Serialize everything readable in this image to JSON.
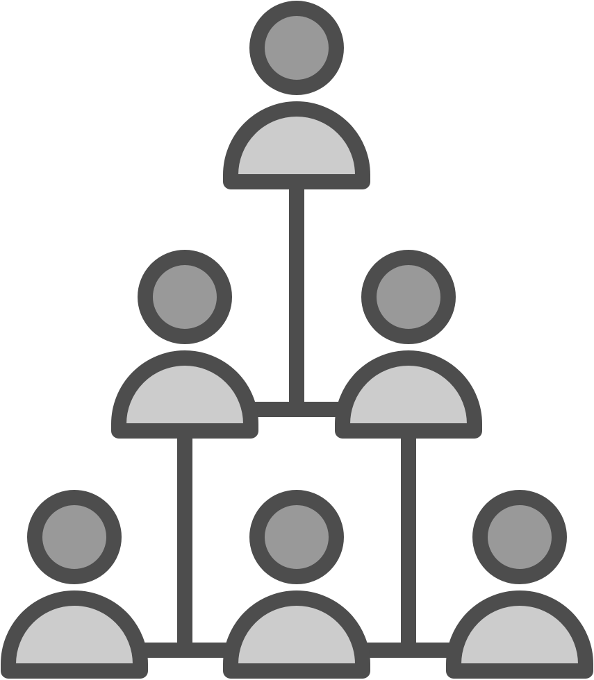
{
  "icon": {
    "name": "organization-hierarchy-icon",
    "colors": {
      "stroke": "#4d4d4d",
      "head_fill": "#999999",
      "body_fill": "#cccccc",
      "background": "#ffffff"
    },
    "levels": [
      {
        "level": 1,
        "people": 1
      },
      {
        "level": 2,
        "people": 2
      },
      {
        "level": 3,
        "people": 3
      }
    ]
  }
}
